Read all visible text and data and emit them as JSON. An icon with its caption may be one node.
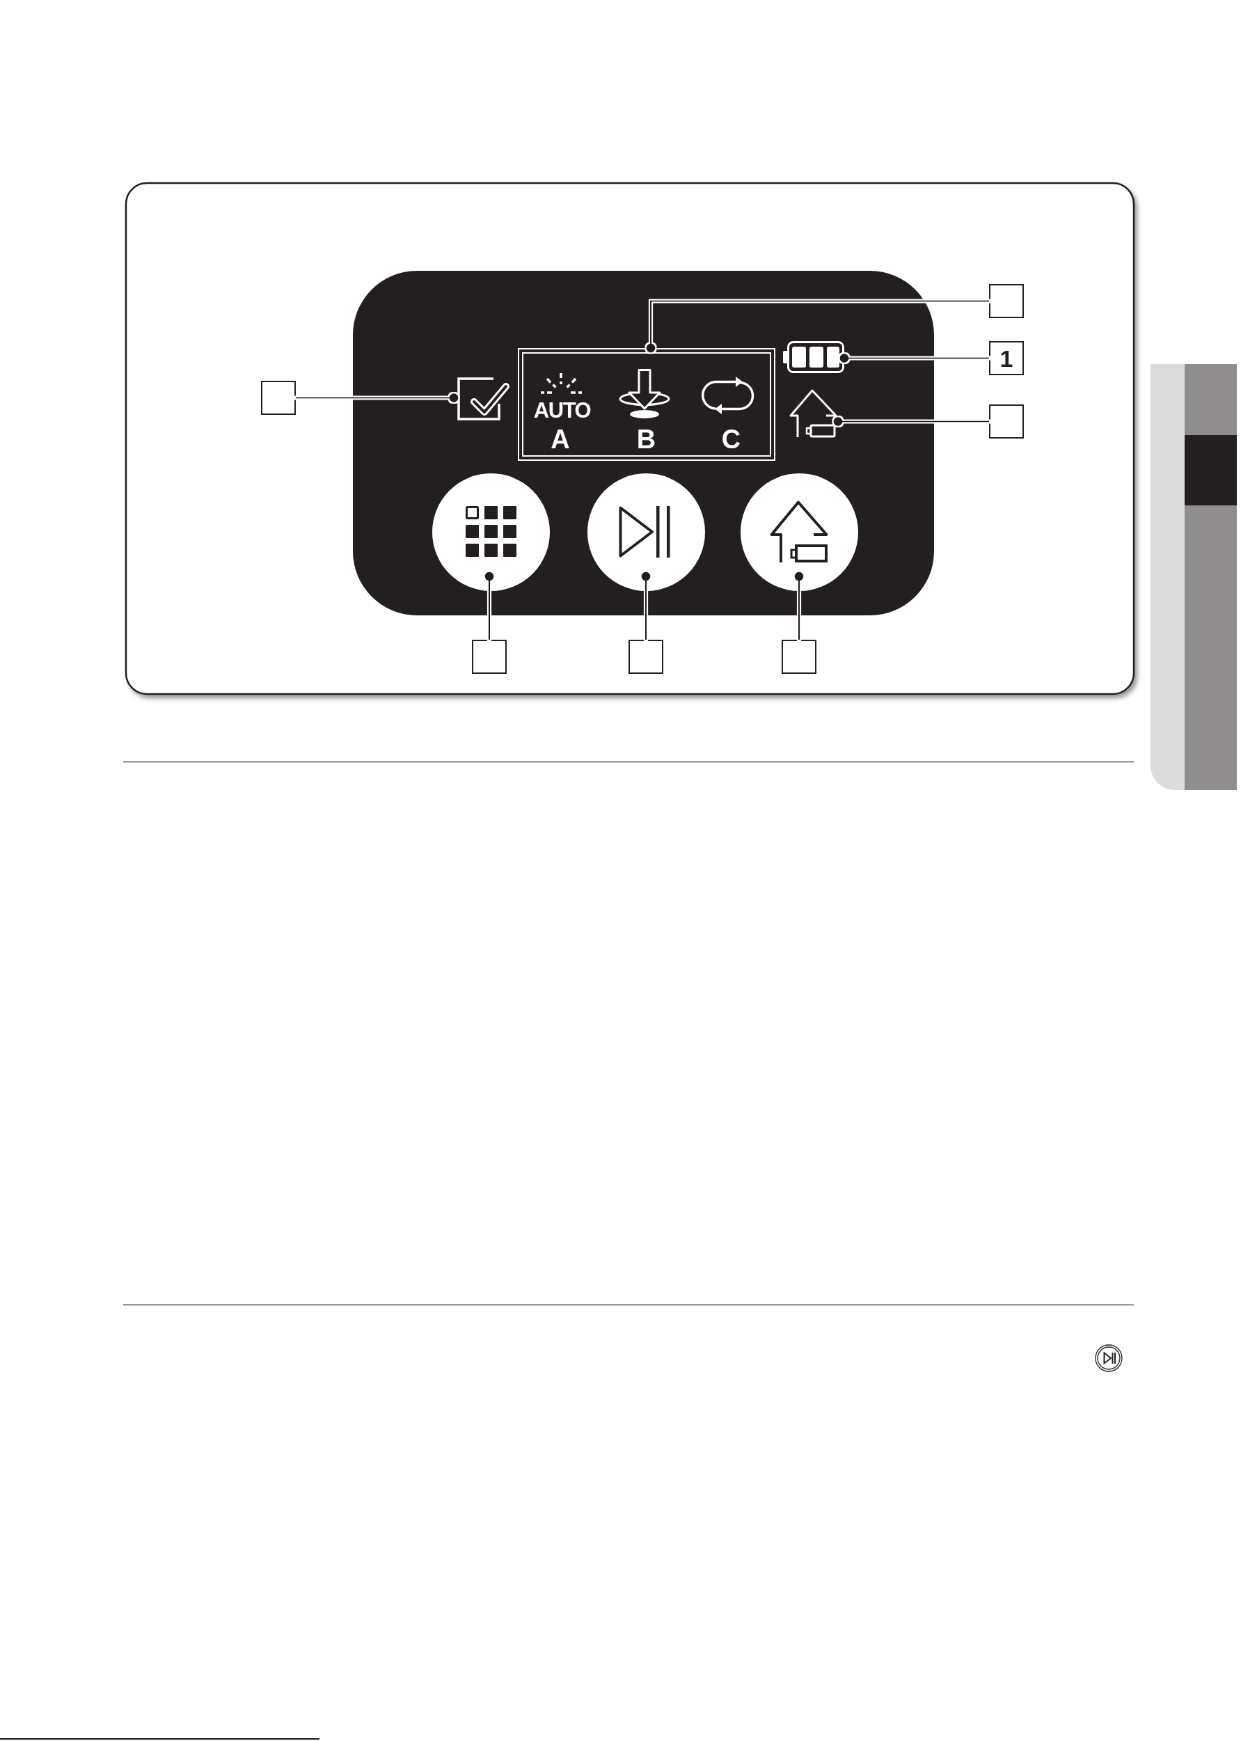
{
  "diagram": {
    "nodes": [
      {
        "text": [],
        "shape": "box"
      },
      {
        "text": [
          "1"
        ]
      },
      {
        "text": [],
        "shape": "box"
      },
      {
        "text": [],
        "shape": "box"
      },
      {
        "text": [
          "AUTO",
          "A",
          "B",
          "C"
        ]
      },
      {
        "text": [],
        "shape": "picture"
      },
      {
        "text": [],
        "shape": "picture"
      },
      {
        "text": [],
        "shape": "picture"
      },
      {
        "text": [],
        "shape": "circle"
      },
      {
        "text": [],
        "shape": "circle"
      },
      {
        "text": [],
        "shape": "circle"
      },
      {
        "text": [],
        "shape": "box"
      },
      {
        "text": [],
        "shape": "box"
      },
      {
        "text": [],
        "shape": "box"
      }
    ],
    "edges": [
      {
        "from": 0,
        "to": 4,
        "arrow": "other"
      },
      {
        "from": 1,
        "to": 5,
        "arrow": "other"
      },
      {
        "from": 2,
        "to": 6,
        "arrow": "other"
      },
      {
        "from": 3,
        "to": 7,
        "arrow": "other"
      },
      {
        "from": 11,
        "to": 8,
        "arrow": "other"
      },
      {
        "from": 12,
        "to": 9,
        "arrow": "other"
      },
      {
        "from": 13,
        "to": 10,
        "arrow": "other"
      }
    ]
  }
}
